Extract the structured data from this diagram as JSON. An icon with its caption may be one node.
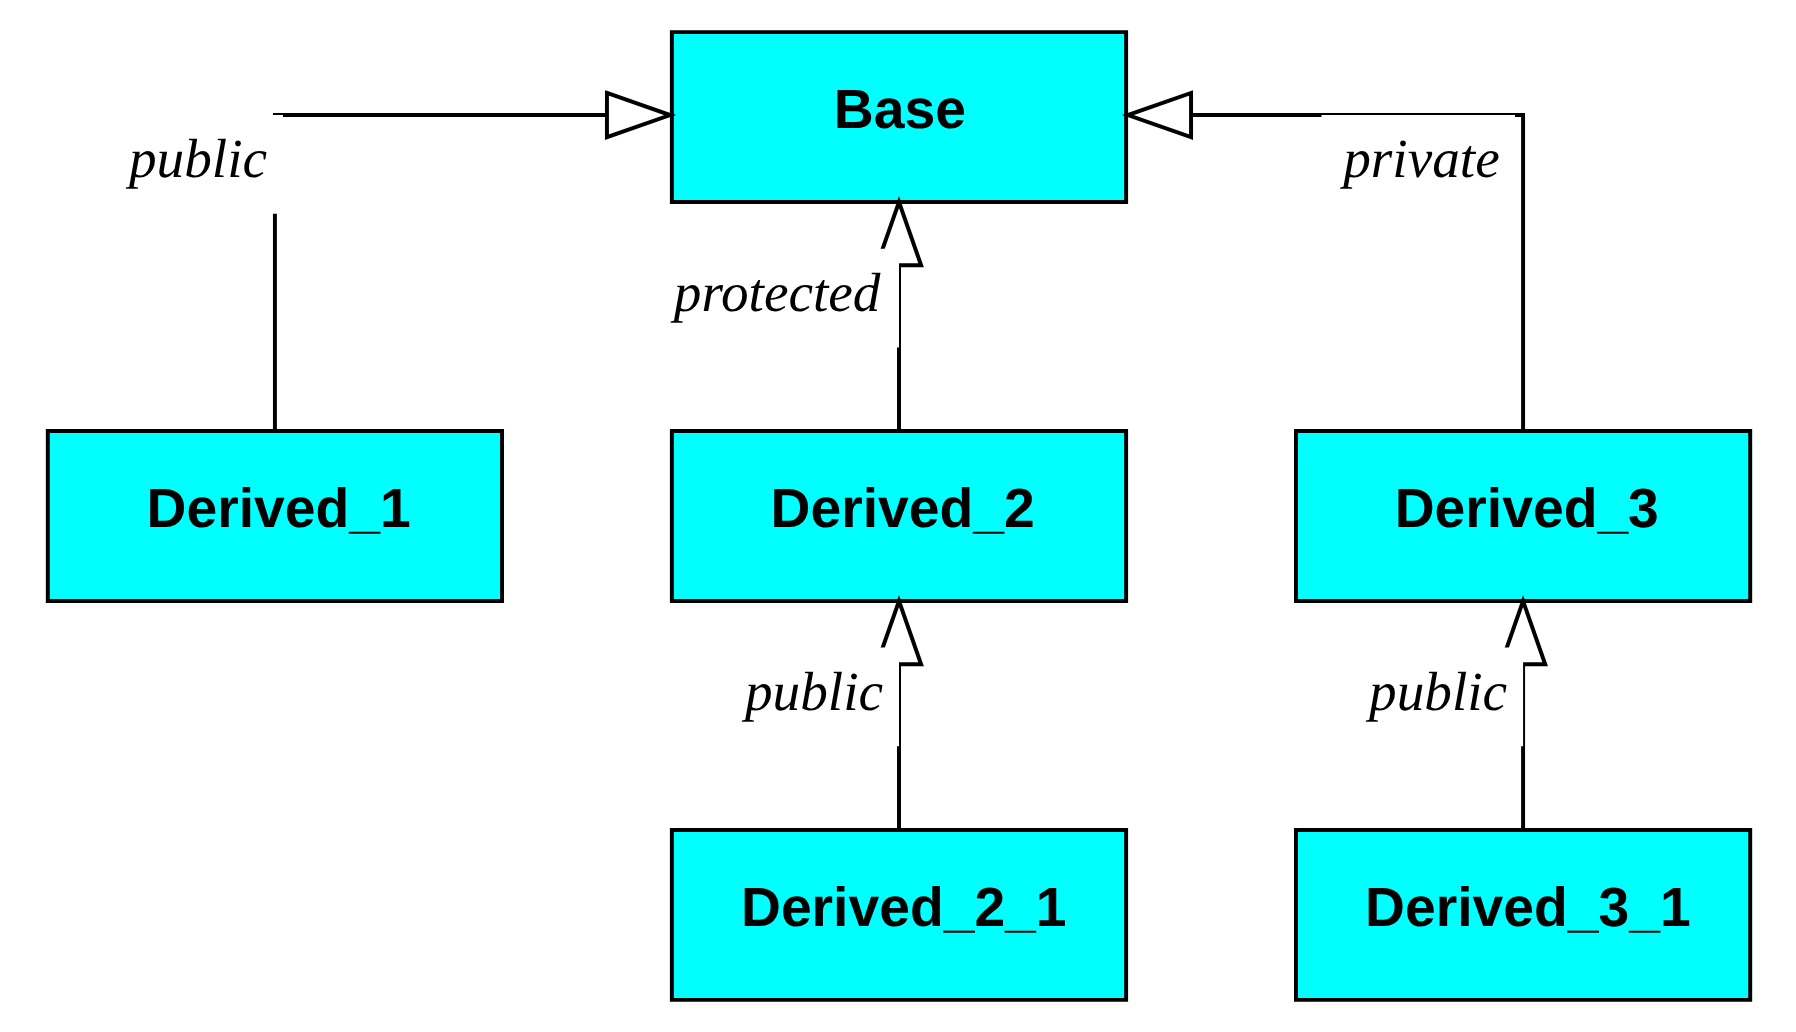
{
  "diagram": {
    "nodes": [
      {
        "text": [
          "Base"
        ]
      },
      {
        "text": [
          "Derived_1"
        ]
      },
      {
        "text": [
          "Derived_2"
        ]
      },
      {
        "text": [
          "Derived_3"
        ]
      },
      {
        "text": [
          "Derived_2_1"
        ]
      },
      {
        "text": [
          "Derived_3_1"
        ]
      }
    ],
    "edges": [
      {
        "from": 1,
        "to": 0,
        "arrow": "to",
        "label": "public"
      },
      {
        "from": 2,
        "to": 0,
        "arrow": "to",
        "label": "protected"
      },
      {
        "from": 3,
        "to": 0,
        "arrow": "to",
        "label": "private"
      },
      {
        "from": 4,
        "to": 2,
        "arrow": "to",
        "label": "public"
      },
      {
        "from": 5,
        "to": 3,
        "arrow": "to",
        "label": "public"
      }
    ]
  }
}
